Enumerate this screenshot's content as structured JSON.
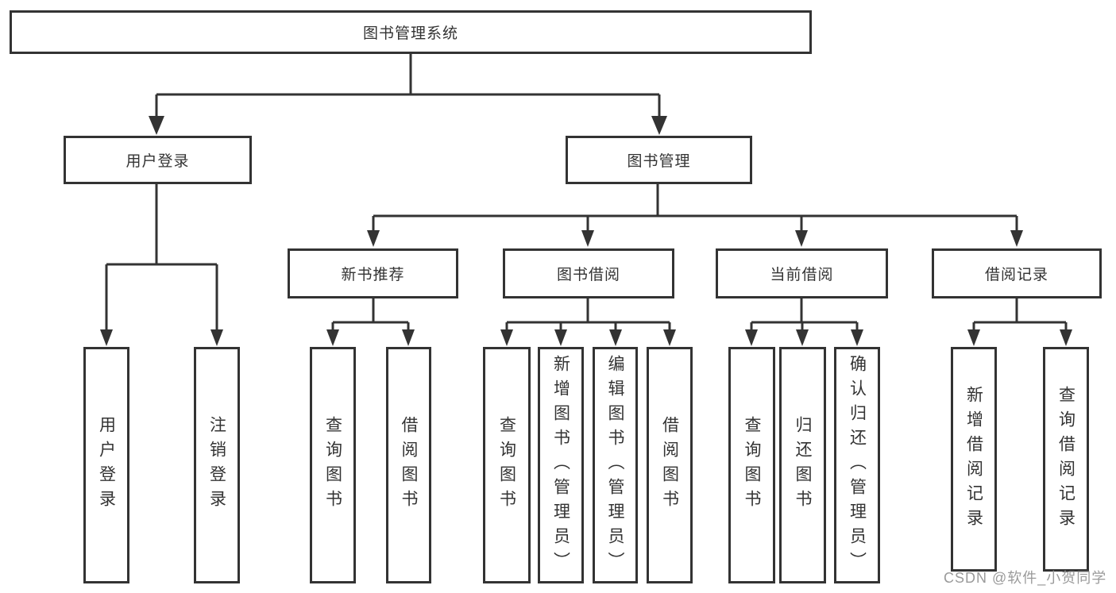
{
  "diagram_title": "图书管理系统",
  "tree": {
    "root": {
      "label": "图书管理系统"
    },
    "branches": [
      {
        "label": "用户登录",
        "children": [
          "用户登录",
          "注销登录"
        ]
      },
      {
        "label": "图书管理",
        "children": [
          {
            "label": "新书推荐",
            "children": [
              "查询图书",
              "借阅图书"
            ]
          },
          {
            "label": "图书借阅",
            "children": [
              "查询图书",
              "新增图书（管理员）",
              "编辑图书（管理员）",
              "借阅图书"
            ]
          },
          {
            "label": "当前借阅",
            "children": [
              "查询图书",
              "归还图书",
              "确认归还（管理员）"
            ]
          },
          {
            "label": "借阅记录",
            "children": [
              "新增借阅记录",
              "查询借阅记录"
            ]
          }
        ]
      }
    ]
  },
  "watermark": "CSDN @软件_小贺同学",
  "colors": {
    "line": "#333333",
    "border": "#333333",
    "text": "#333333",
    "background": "#ffffff",
    "watermark": "#9a9a9a"
  }
}
